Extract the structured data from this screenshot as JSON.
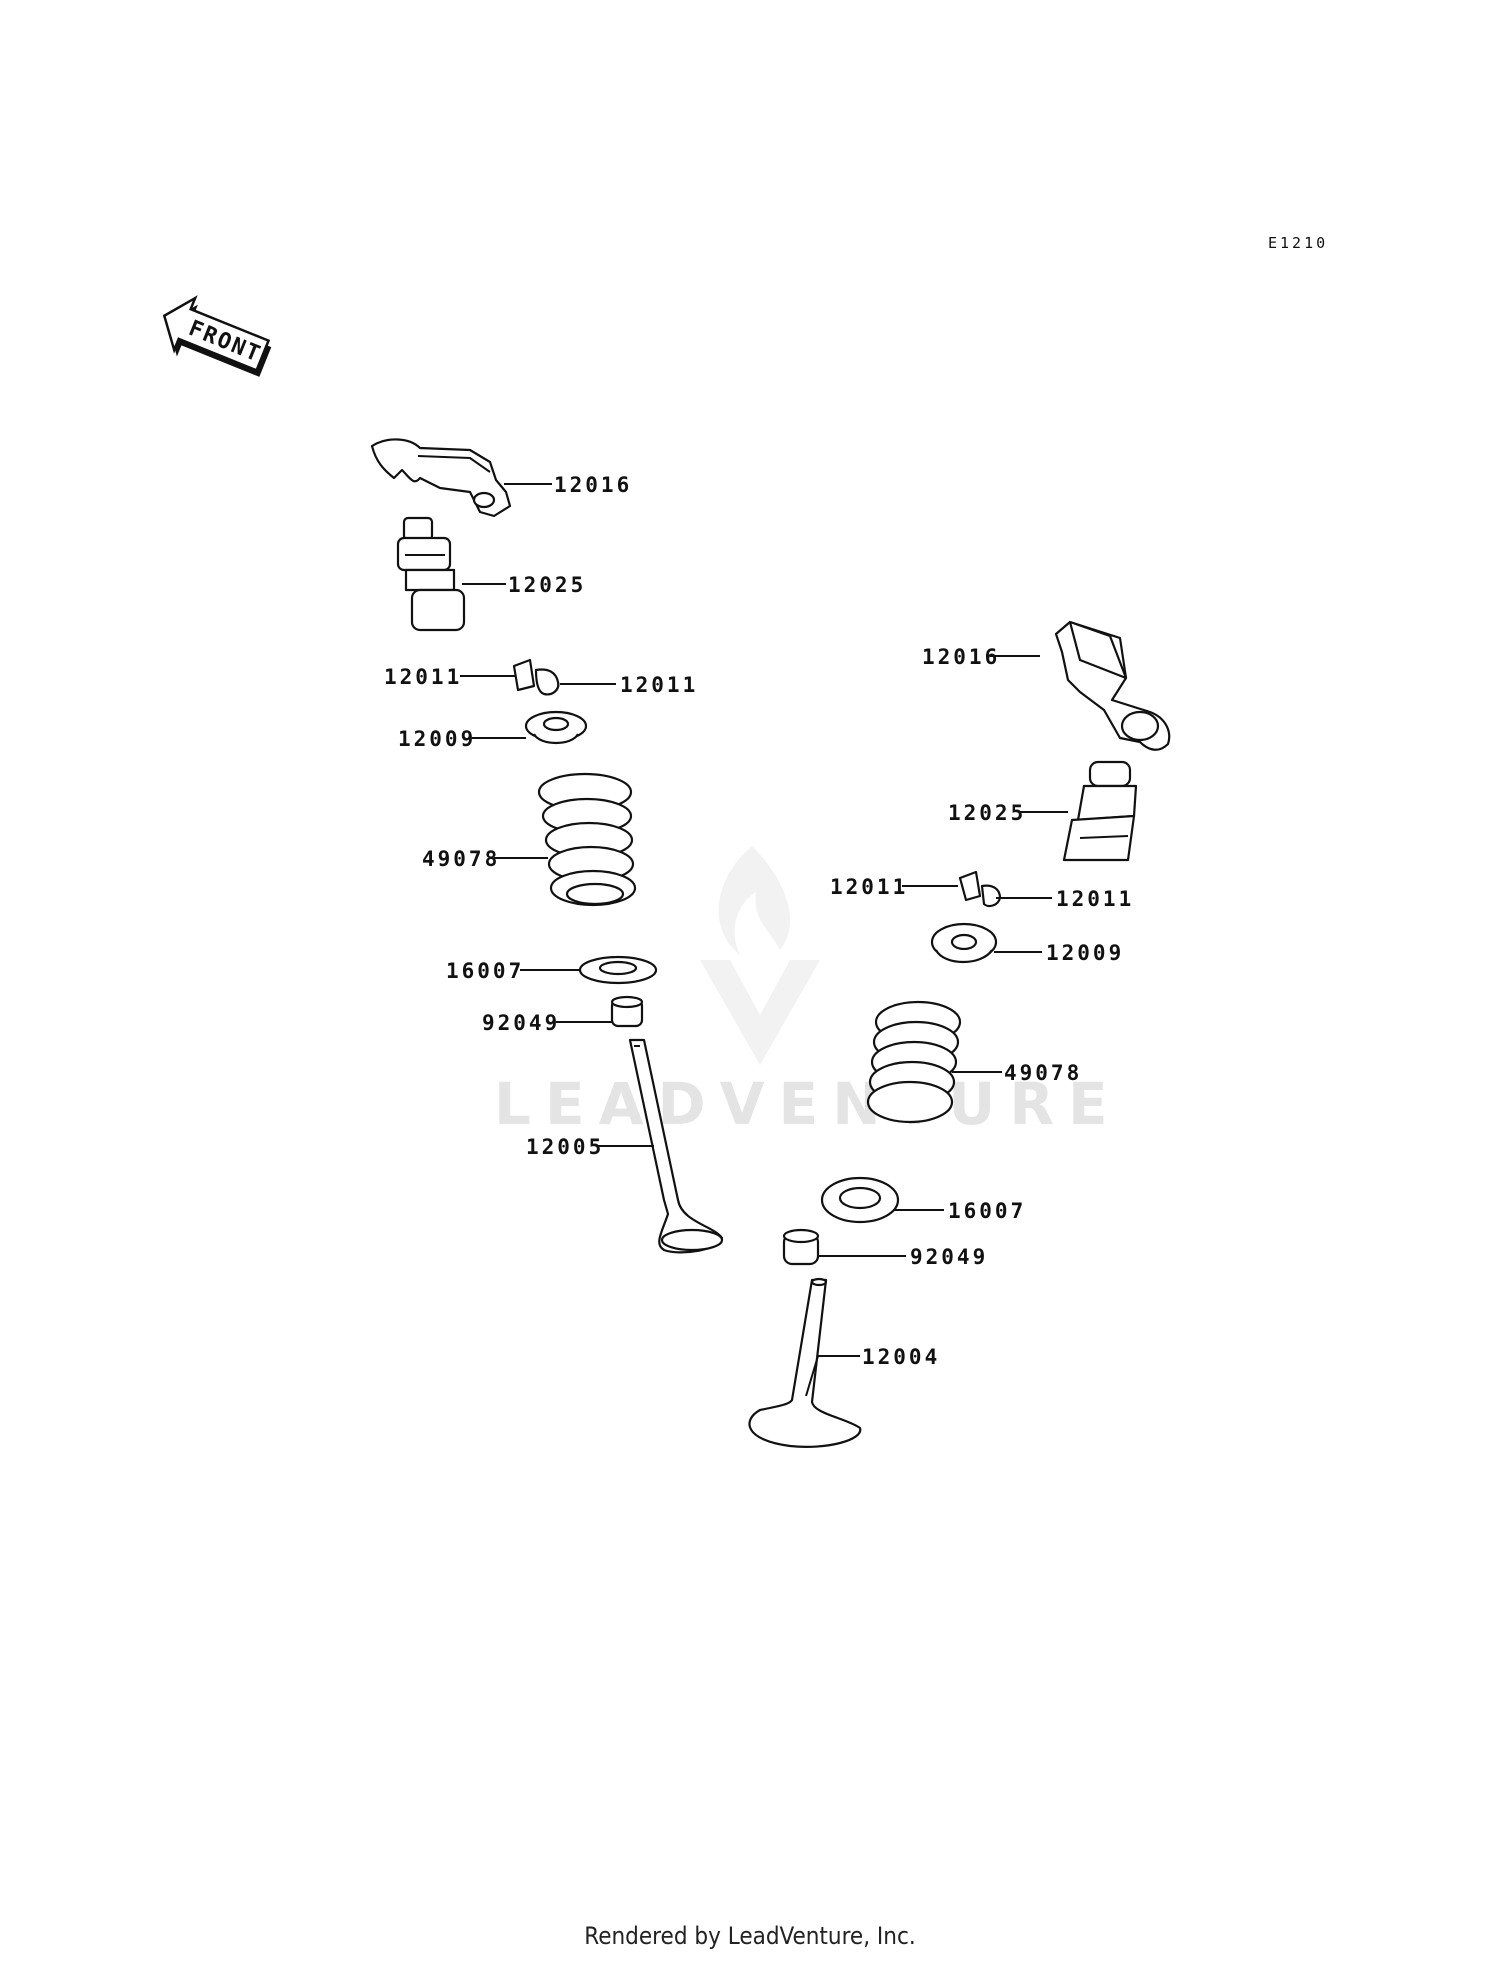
{
  "diagram_code": "E1210",
  "front_label": "FRONT",
  "watermark": "LEADVENTURE",
  "footer": "Rendered by LeadVenture, Inc.",
  "callouts": {
    "left": {
      "rocker_arm": "12016",
      "lifter": "12025",
      "cotter_left": "12011",
      "cotter_right": "12011",
      "retainer": "12009",
      "spring": "49078",
      "spring_seat": "16007",
      "stem_seal": "92049",
      "valve": "12005"
    },
    "right": {
      "rocker_arm": "12016",
      "lifter": "12025",
      "cotter_left": "12011",
      "cotter_right": "12011",
      "retainer": "12009",
      "spring": "49078",
      "spring_seat": "16007",
      "stem_seal": "92049",
      "valve": "12004"
    }
  }
}
